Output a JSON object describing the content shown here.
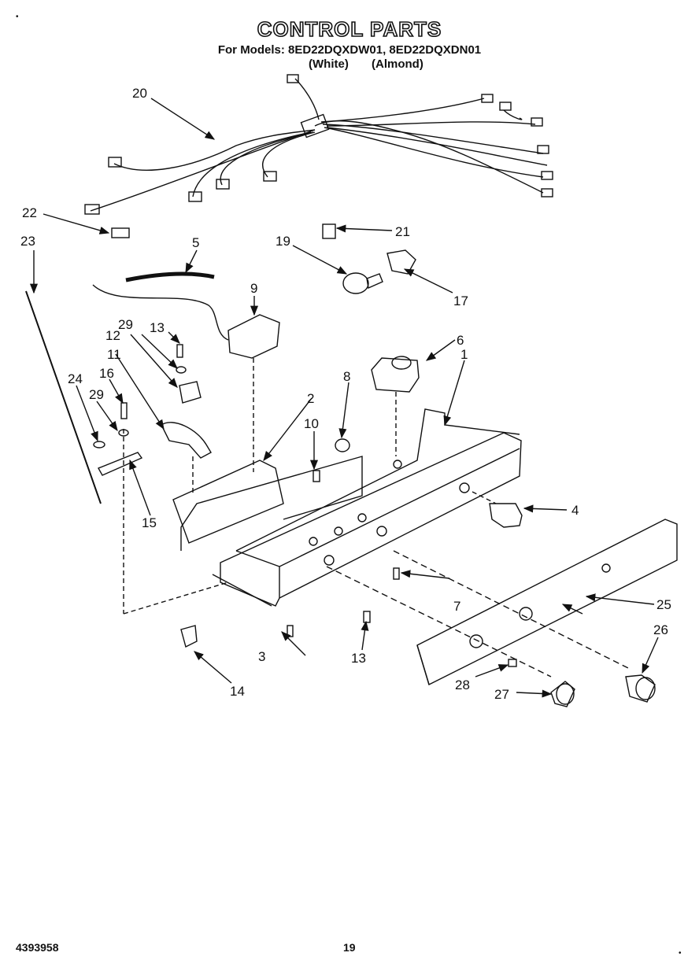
{
  "header": {
    "title": "CONTROL PARTS",
    "models_line": "For Models: 8ED22DQXDW01, 8ED22DQXDN01",
    "variant_white": "(White)",
    "variant_almond": "(Almond)"
  },
  "footer": {
    "doc_number": "4393958",
    "page_number": "19"
  },
  "callouts": {
    "c1": "1",
    "c2": "2",
    "c3": "3",
    "c4": "4",
    "c5": "5",
    "c6": "6",
    "c7": "7",
    "c8": "8",
    "c9": "9",
    "c10": "10",
    "c11": "11",
    "c12": "12",
    "c13a": "13",
    "c13b": "13",
    "c14": "14",
    "c15": "15",
    "c16": "16",
    "c17": "17",
    "c19": "19",
    "c20": "20",
    "c21": "21",
    "c22": "22",
    "c23": "23",
    "c24": "24",
    "c25": "25",
    "c26": "26",
    "c27": "27",
    "c28": "28",
    "c29a": "29",
    "c29b": "29"
  }
}
